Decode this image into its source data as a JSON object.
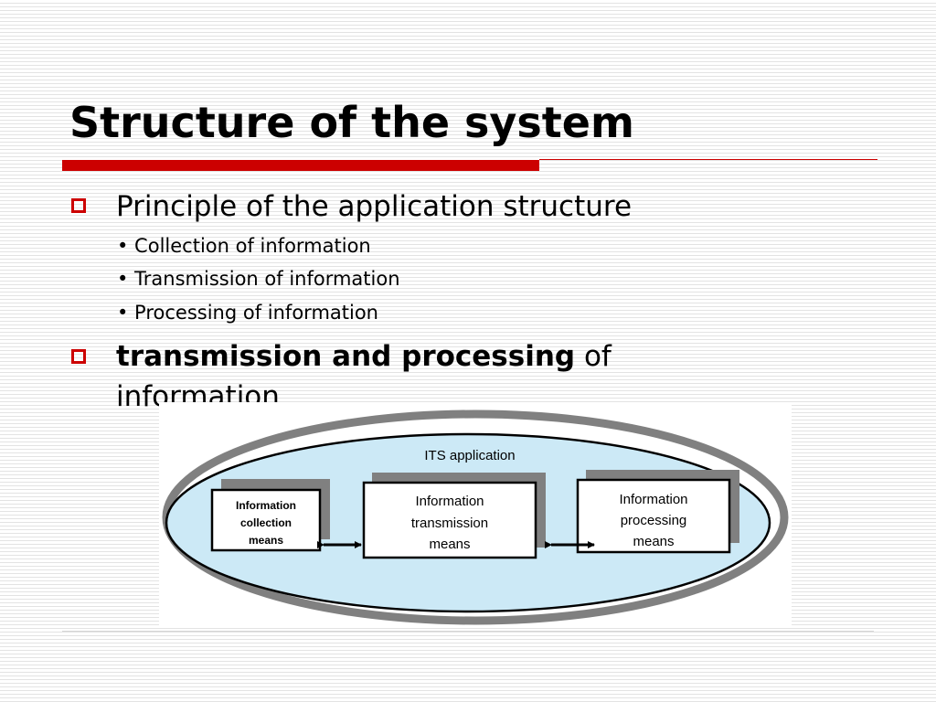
{
  "slide": {
    "title": "Structure of the system",
    "bullets": [
      {
        "text": "Principle of the application structure",
        "sub_items": [
          "• Collection of information",
          "• Transmission of information",
          "• Processing of information"
        ]
      },
      {
        "bold_text": "transmission and processing",
        "text_after_bold": " of",
        "text_line2": "information"
      }
    ]
  },
  "diagram": {
    "title": "ITS application",
    "boxes": [
      {
        "line1": "Information",
        "line2": "collection",
        "line3": "means"
      },
      {
        "line1": "Information",
        "line2": "transmission",
        "line3": "means"
      },
      {
        "line1": "Information",
        "line2": "processing",
        "line3": "means"
      }
    ]
  },
  "colors": {
    "accent": "#cc0000",
    "ellipse_fill": "#cce9f6",
    "box_shadow": "#808080"
  }
}
